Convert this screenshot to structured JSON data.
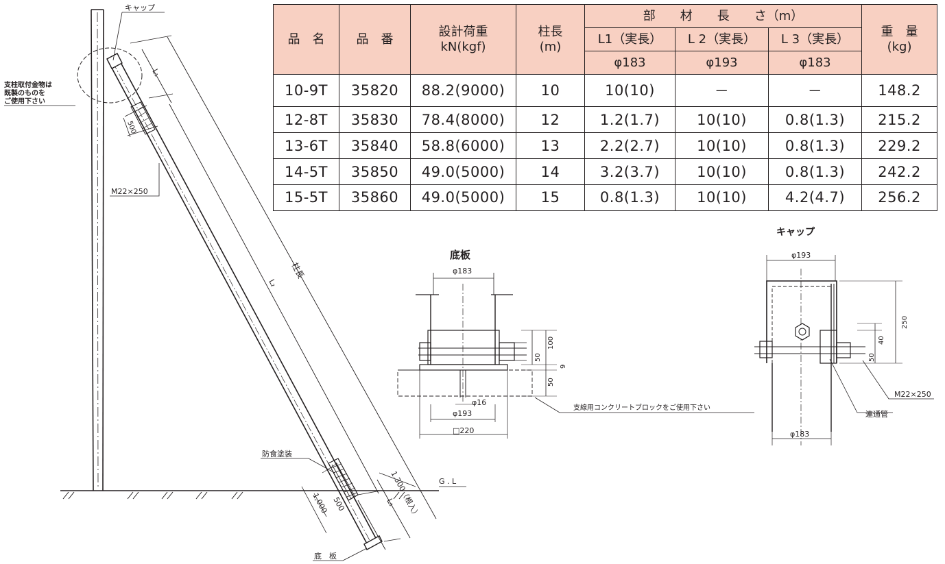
{
  "table": {
    "headers": {
      "name": "品　名",
      "number": "品　番",
      "load": "設計荷重\nkN(kgf)",
      "pole_length": "柱長\n(m)",
      "member_length": "部　　材　　長　　さ（m）",
      "weight": "重　量\n(kg)",
      "l1": "L1（実長）",
      "l2": "L 2（実長）",
      "l3": "L 3（実長）",
      "d1": "φ183",
      "d2": "φ193",
      "d3": "φ183"
    },
    "rows": [
      {
        "name": "10-9T",
        "number": "35820",
        "load": "88.2(9000)",
        "pole": "10",
        "l1": "10(10)",
        "l2": "－",
        "l3": "－",
        "weight": "148.2"
      },
      {
        "name": "12-8T",
        "number": "35830",
        "load": "78.4(8000)",
        "pole": "12",
        "l1": "1.2(1.7)",
        "l2": "10(10)",
        "l3": "0.8(1.3)",
        "weight": "215.2"
      },
      {
        "name": "13-6T",
        "number": "35840",
        "load": "58.8(6000)",
        "pole": "13",
        "l1": "2.2(2.7)",
        "l2": "10(10)",
        "l3": "0.8(1.3)",
        "weight": "229.2"
      },
      {
        "name": "14-5T",
        "number": "35850",
        "load": "49.0(5000)",
        "pole": "14",
        "l1": "3.2(3.7)",
        "l2": "10(10)",
        "l3": "0.8(1.3)",
        "weight": "242.2"
      },
      {
        "name": "15-5T",
        "number": "35860",
        "load": "49.0(5000)",
        "pole": "15",
        "l1": "0.8(1.3)",
        "l2": "10(10)",
        "l3": "4.2(4.7)",
        "weight": "256.2"
      }
    ]
  },
  "main_drawing": {
    "cap": "キャップ",
    "note_line1": "支柱取付金物は",
    "note_line2": "既製のものを",
    "note_line3": "ご使用下さい",
    "dim_500_upper": "500",
    "bolt": "M22×250",
    "pole_length": "柱長",
    "l1": "L₁",
    "l2": "L₂",
    "l3": "L₃",
    "coating": "防食塗装",
    "dim_500_lower": "500",
    "dim_1000": "1,000",
    "embed": "1,300（根入）",
    "gl": "G . L",
    "base": "底　板"
  },
  "base_detail": {
    "title": "底板",
    "d183": "φ183",
    "dim100": "100",
    "dim50a": "50",
    "dim9": "9",
    "dim50b": "50",
    "d16": "φ16",
    "d193": "φ193",
    "sq220": "□220",
    "note": "支線用コンクリートブロックをご使用下さい"
  },
  "cap_detail": {
    "title": "キャップ",
    "d193": "φ193",
    "dim250": "250",
    "dim40": "40",
    "dim50": "50",
    "bolt": "M22×250",
    "pipe": "連通管",
    "d183": "φ183"
  }
}
